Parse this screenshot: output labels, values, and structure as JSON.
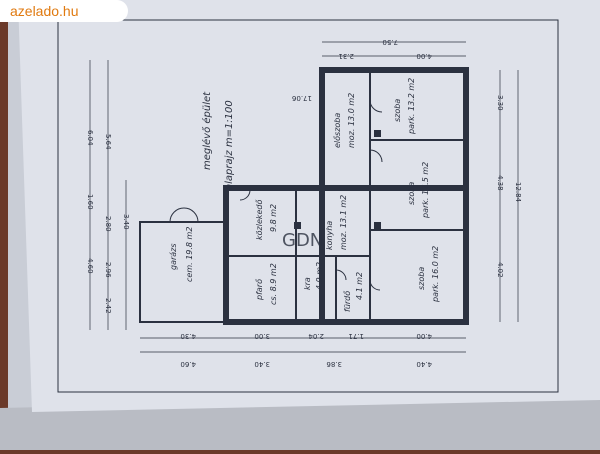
{
  "watermark": {
    "site": "azelado.hu",
    "brand": "GDN"
  },
  "plan": {
    "title": "meglévő épület",
    "subtitle": "alaprajz   m=1:100",
    "rooms": [
      {
        "name": "garázs",
        "area": "cem. 19.8 m2"
      },
      {
        "name": "pfarő",
        "area": "cs. 8.9 m2"
      },
      {
        "name": "kra",
        "area": "4.9 m2"
      },
      {
        "name": "fürdő",
        "area": "4.1 m2"
      },
      {
        "name": "konyha",
        "area": "moz. 13.1 m2"
      },
      {
        "name": "közlekedő",
        "area": "9.8 m2"
      },
      {
        "name": "előszoba",
        "area": "moz. 13.0 m2"
      },
      {
        "name": "szoba",
        "area": "park. 13.2 m2"
      },
      {
        "name": "szoba",
        "area": "park. 17.5 m2"
      },
      {
        "name": "szoba",
        "area": "park. 16.0 m2"
      }
    ],
    "dims_top": [
      "7.50",
      "2.31",
      "4.00"
    ],
    "dims_mid": [
      "17.06"
    ],
    "dims_right": [
      "3.30",
      "4.38",
      "4.02",
      "12.84"
    ],
    "dims_left": [
      "6.04",
      "5.64",
      "1.60",
      "2.80",
      "3.40",
      "4.60",
      "2.96",
      "2.42"
    ],
    "dims_bottom_inner": [
      "4.30",
      "3.00",
      "2.04",
      "1.71",
      "4.00"
    ],
    "dims_bottom_outer": [
      "4.60",
      "3.40",
      "3.86",
      "4.40"
    ]
  },
  "colors": {
    "paper": "#dde0e8",
    "ink": "#2b3140",
    "background": "#6b3a2a",
    "site": "#e07a10"
  }
}
